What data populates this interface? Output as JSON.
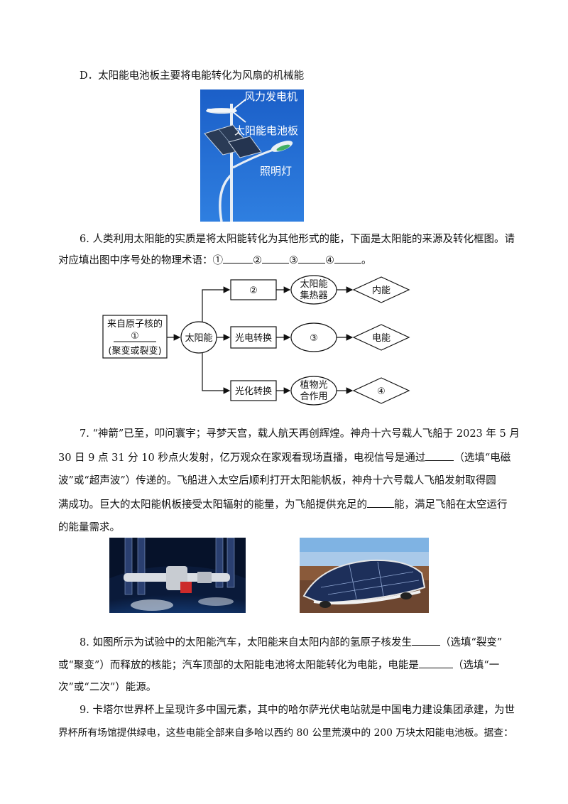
{
  "option_d": "D．太阳能电池板主要将电能转化为风扇的机械能",
  "lamp_labels": {
    "wind": "风力发电机",
    "solar": "太阳能电池板",
    "light": "照明灯"
  },
  "q6": {
    "line1": "6. 人类利用太阳能的实质是将太阳能转化为其他形式的能，下面是太阳能的来源及转化框图。请",
    "line2_prefix": "对应填出图中序号处的物理术语：",
    "marks": [
      "①",
      "②",
      "③",
      "④"
    ],
    "line2_end": "。"
  },
  "flowchart": {
    "source_line1": "来自原子核的",
    "source_mark": "①",
    "source_line3": "(聚变或裂变)",
    "center": "太阳能",
    "top_box": "②",
    "top_circle_l1": "太阳能",
    "top_circle_l2": "集热器",
    "top_diamond": "内能",
    "mid_box": "光电转换",
    "mid_circle": "③",
    "mid_diamond": "电能",
    "bot_box": "光化转换",
    "bot_circle_l1": "植物光",
    "bot_circle_l2": "合作用",
    "bot_diamond": "④"
  },
  "q7": {
    "line1": "7. “神箭”已至，叩问寰宇；寻梦天宫，载人航天再创辉煌。神舟十六号载人飞船于 2023 年 5 月",
    "line2_a": "30 日 9 点 31 分 10 秒点火发射，亿万观众在家观看现场直播，电视信号是通过",
    "line2_b": "（选填“电磁",
    "line3": "波”或“超声波”）传递的。飞船进入太空后顺利打开太阳能帆板，神舟十六号载人飞船发射取得圆",
    "line4_a": "满成功。巨大的太阳能帆板接受太阳辐射的能量，为飞船提供充足的",
    "line4_b": "能，满足飞船在太空运行",
    "line5": "的能量需求。"
  },
  "q8": {
    "line1_a": "8. 如图所示为试验中的太阳能汽车，太阳能来自太阳内部的氢原子核发生",
    "line1_b": "（选填“裂变”",
    "line2_a": "或“聚变”）而释放的核能；汽车顶部的太阳能电池将太阳能转化为电能，电能是",
    "line2_b": "（选填“一",
    "line3": "次”或“二次”）能源。"
  },
  "q9": {
    "line1": "9. 卡塔尔世界杯上呈现许多中国元素，其中的哈尔萨光伏电站就是中国电力建设集团承建，为世",
    "line2": "界杯所有场馆提供绿电，这些电能全部来自多哈以西约 80 公里荒漠中的 200 万块太阳能电池板。据查："
  }
}
